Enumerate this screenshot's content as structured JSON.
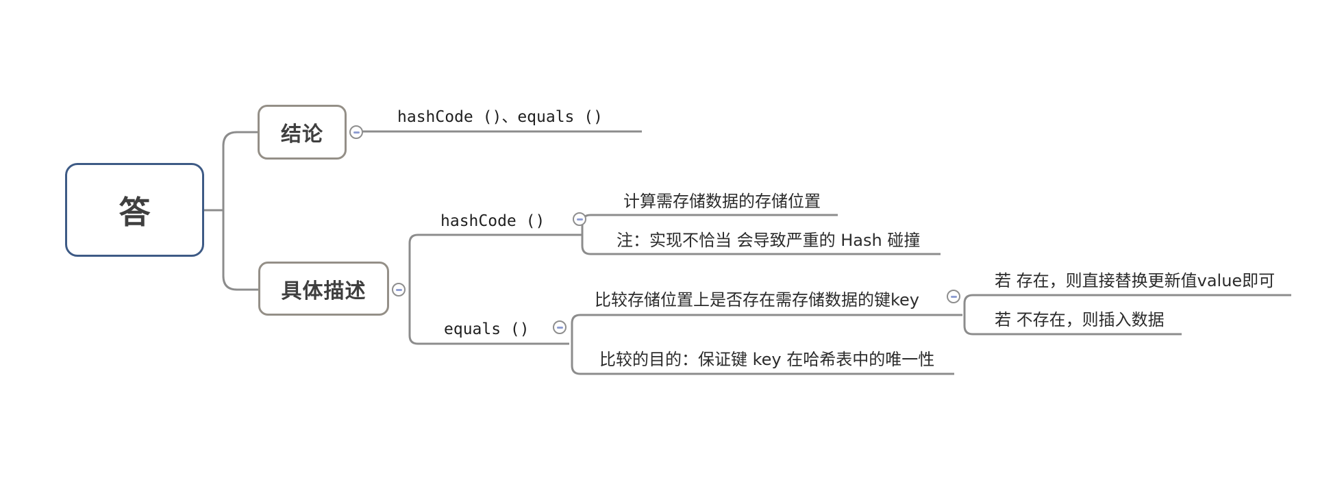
{
  "mindmap": {
    "root": {
      "label": "答"
    },
    "branches": [
      {
        "label": "结论",
        "children": [
          {
            "label": "hashCode ()、equals ()"
          }
        ]
      },
      {
        "label": "具体描述",
        "children": [
          {
            "label": "hashCode ()",
            "children": [
              {
                "label": "计算需存储数据的存储位置"
              },
              {
                "label": "注：实现不恰当 会导致严重的 Hash 碰撞"
              }
            ]
          },
          {
            "label": "equals ()",
            "children": [
              {
                "label": "比较存储位置上是否存在需存储数据的键key",
                "children": [
                  {
                    "label": "若 存在，则直接替换更新值value即可"
                  },
                  {
                    "label": "若 不存在，则插入数据"
                  }
                ]
              },
              {
                "label": "比较的目的：保证键 key 在哈希表中的唯一性"
              }
            ]
          }
        ]
      }
    ],
    "icons": {
      "collapse": "minus-circle"
    },
    "colors": {
      "root_border": "#3d5a85",
      "topic_border": "#948f87",
      "branch_line": "#8c8c8c",
      "collapse_minus": "#8f9ed2",
      "text": "#2b2b2b",
      "background": "#ffffff"
    }
  }
}
